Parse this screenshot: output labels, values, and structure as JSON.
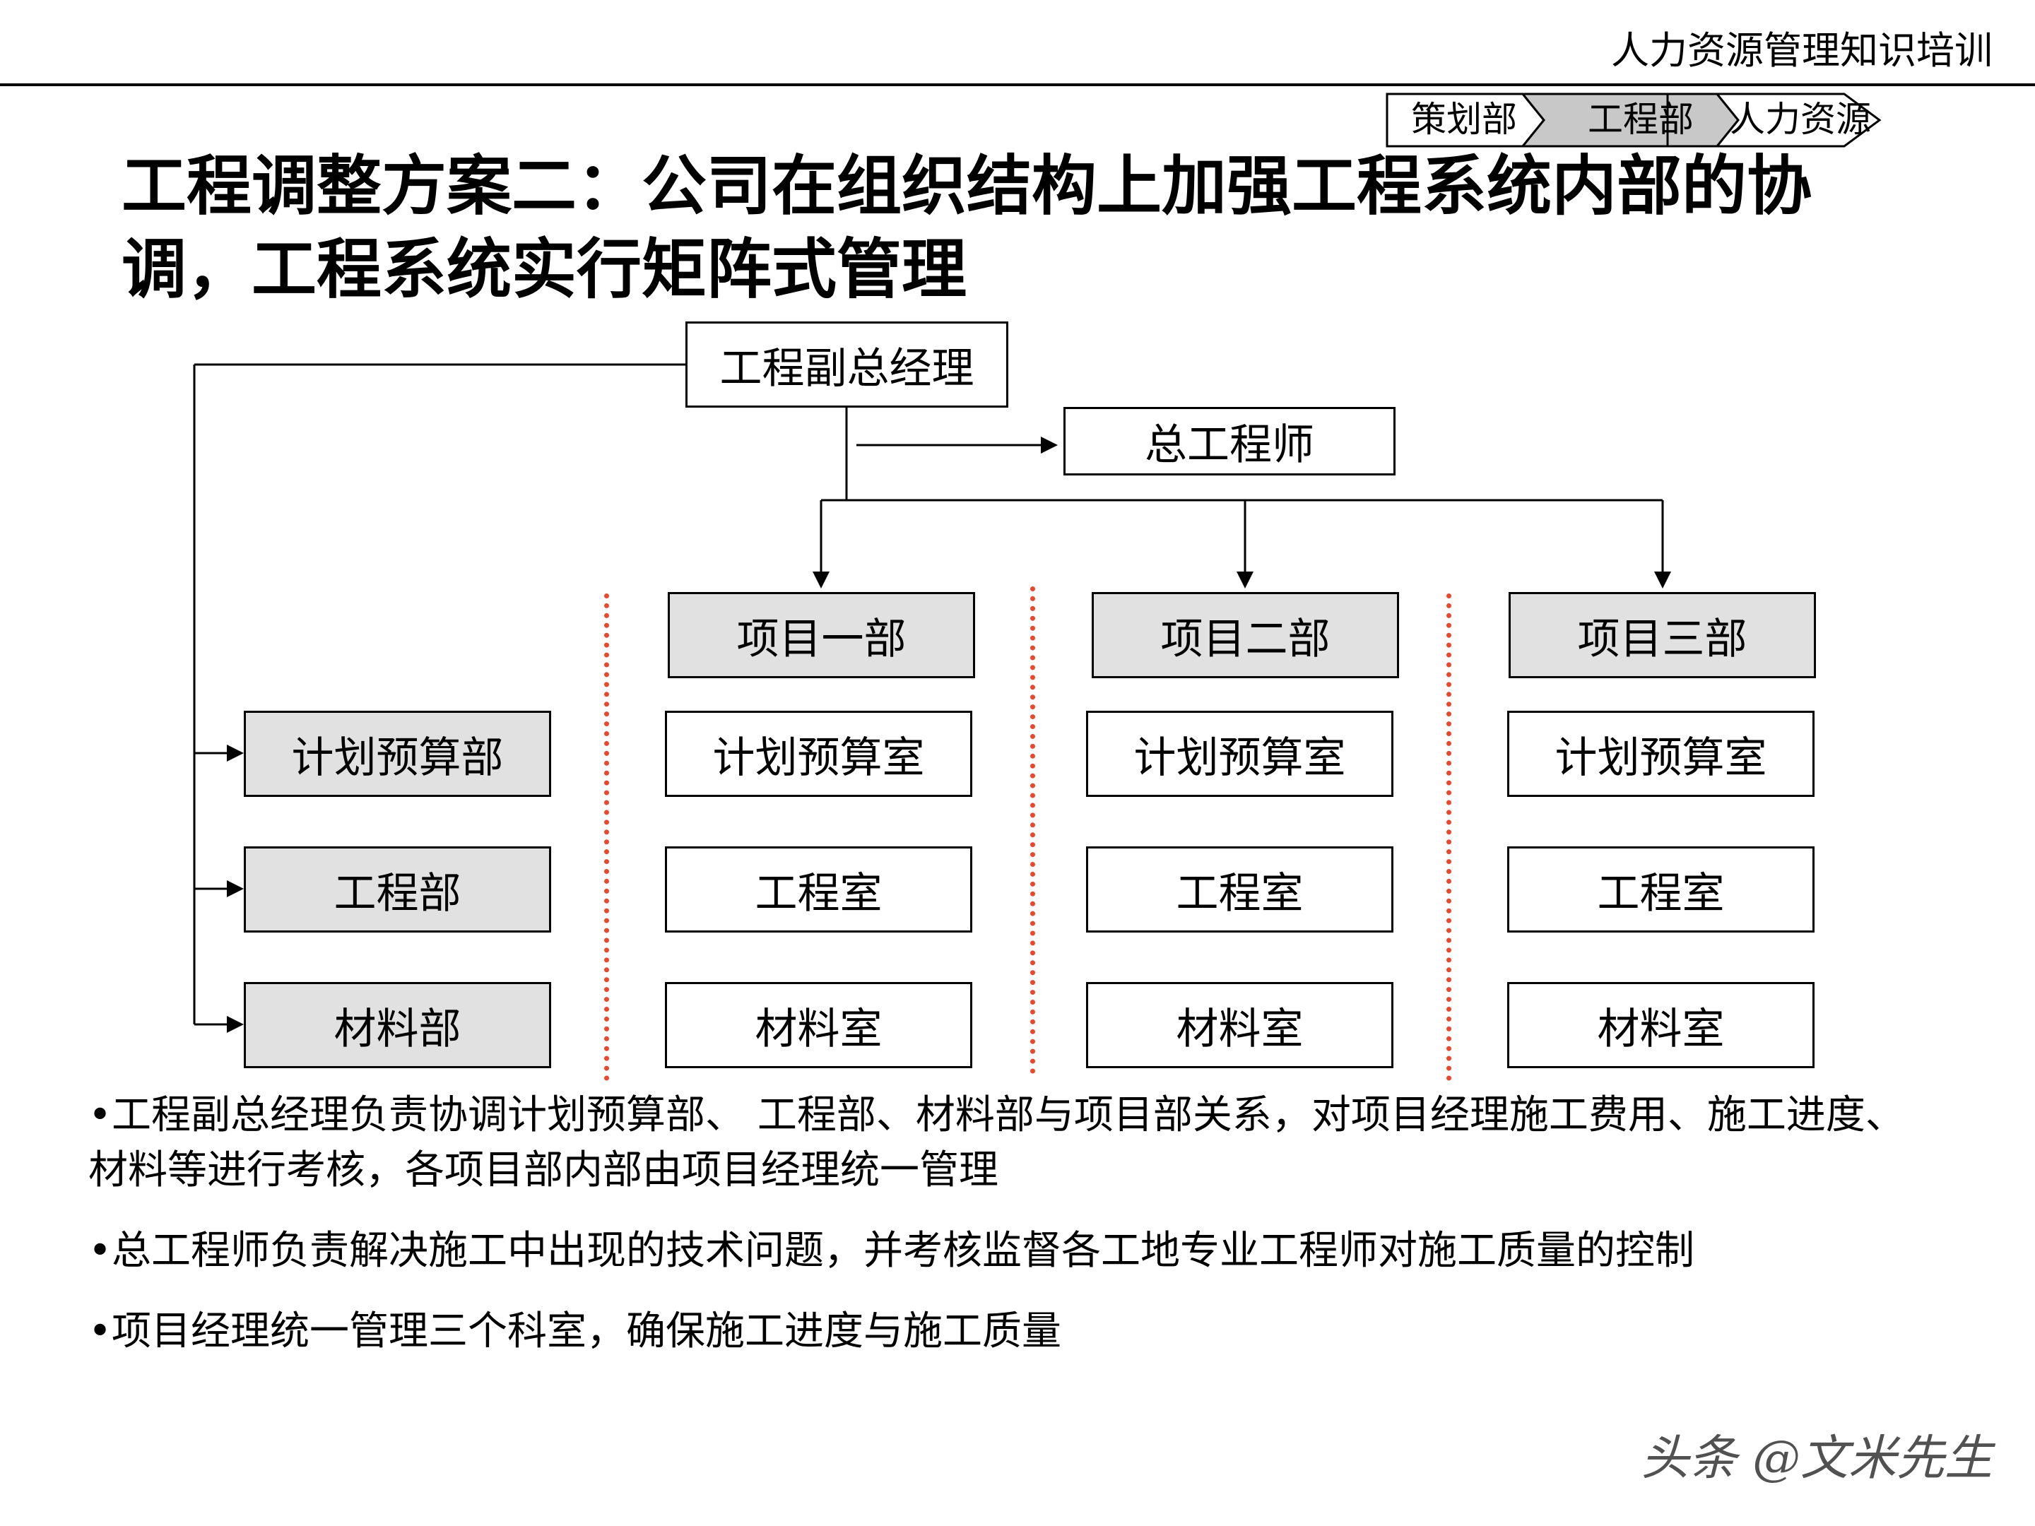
{
  "header": {
    "text": "人力资源管理知识培训"
  },
  "process_tabs": [
    "策划部",
    "工程部",
    "人力资源"
  ],
  "title": "工程调整方案二：公司在组织结构上加强工程系统内部的协调，工程系统实行矩阵式管理",
  "chart": {
    "top": "工程副总经理",
    "chief_engineer": "总工程师",
    "left_departments": [
      "计划预算部",
      "工程部",
      "材料部"
    ],
    "projects": [
      {
        "title": "项目一部",
        "rooms": [
          "计划预算室",
          "工程室",
          "材料室"
        ]
      },
      {
        "title": "项目二部",
        "rooms": [
          "计划预算室",
          "工程室",
          "材料室"
        ]
      },
      {
        "title": "项目三部",
        "rooms": [
          "计划预算室",
          "工程室",
          "材料室"
        ]
      }
    ]
  },
  "notes": [
    "•工程副总经理负责协调计划预算部、 工程部、材料部与项目部关系，对项目经理施工费用、施工进度、材料等进行考核，各项目部内部由项目经理统一管理",
    "•总工程师负责解决施工中出现的技术问题，并考核监督各工地专业工程师对施工质量的控制",
    "•项目经理统一管理三个科室，确保施工进度与施工质量"
  ],
  "watermark": "头条 @文米先生",
  "colors": {
    "gray_box": "#e1e1e1",
    "dotted_divider": "#e8482c"
  }
}
